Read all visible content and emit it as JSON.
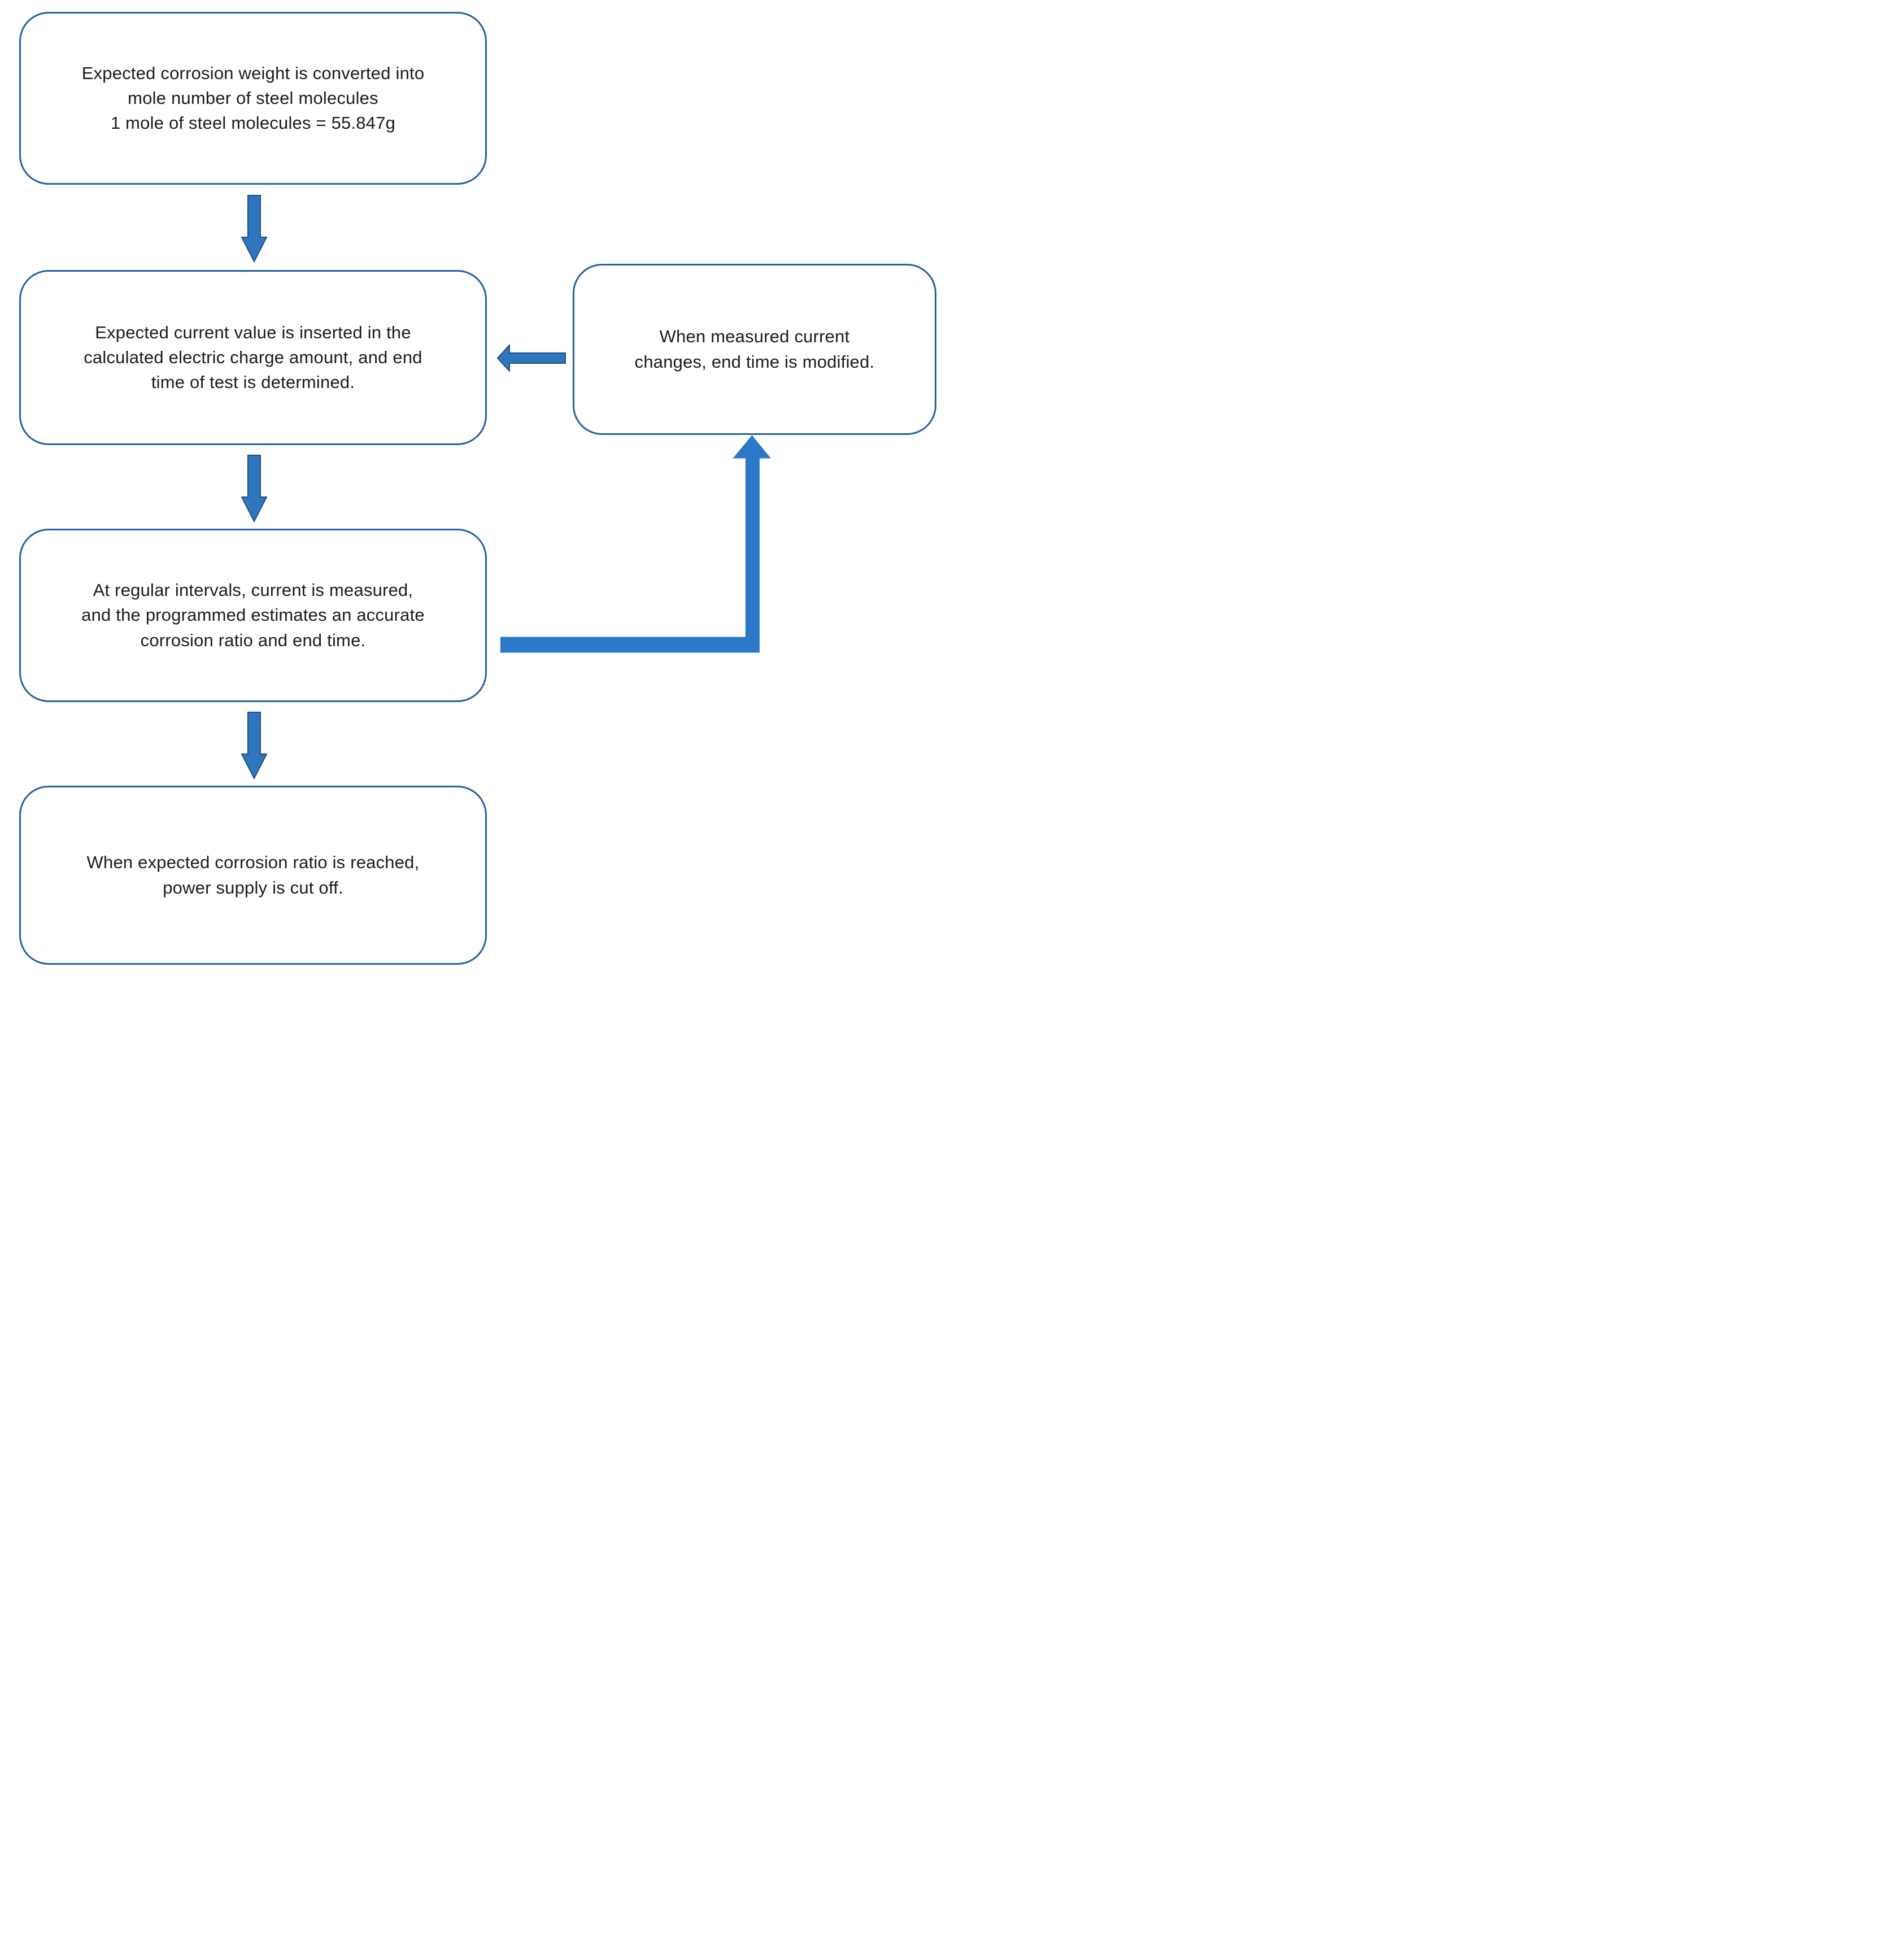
{
  "flowchart": {
    "steps": [
      {
        "id": "step-1",
        "lines": [
          "Expected corrosion weight is converted into",
          "mole number of steel molecules",
          "1 mole of steel molecules = 55.847g"
        ]
      },
      {
        "id": "step-2",
        "lines": [
          "Expected current value is inserted in the",
          "calculated electric charge amount, and end",
          "time of test is determined."
        ]
      },
      {
        "id": "step-3",
        "lines": [
          "At regular intervals, current is measured,",
          "and the programmed estimates an accurate",
          "corrosion ratio and end time."
        ]
      },
      {
        "id": "step-4",
        "lines": [
          "When expected corrosion ratio is reached,",
          "power supply is cut off."
        ]
      }
    ],
    "side_note": {
      "lines": [
        "When measured current",
        "changes, end time is modified."
      ]
    },
    "connectors": [
      "down-arrow-step1-to-step2",
      "down-arrow-step2-to-step3",
      "down-arrow-step3-to-step4",
      "left-arrow-sidenote-to-step2",
      "elbow-arrow-step3-to-sidenote"
    ],
    "colors": {
      "box_border": "#2760a3",
      "arrow_fill": "#2e76bf",
      "arrow_outline": "#1e4e7e",
      "elbow_fill": "#2b77c8",
      "text": "#1b1b1b",
      "background": "#ffffff"
    }
  }
}
